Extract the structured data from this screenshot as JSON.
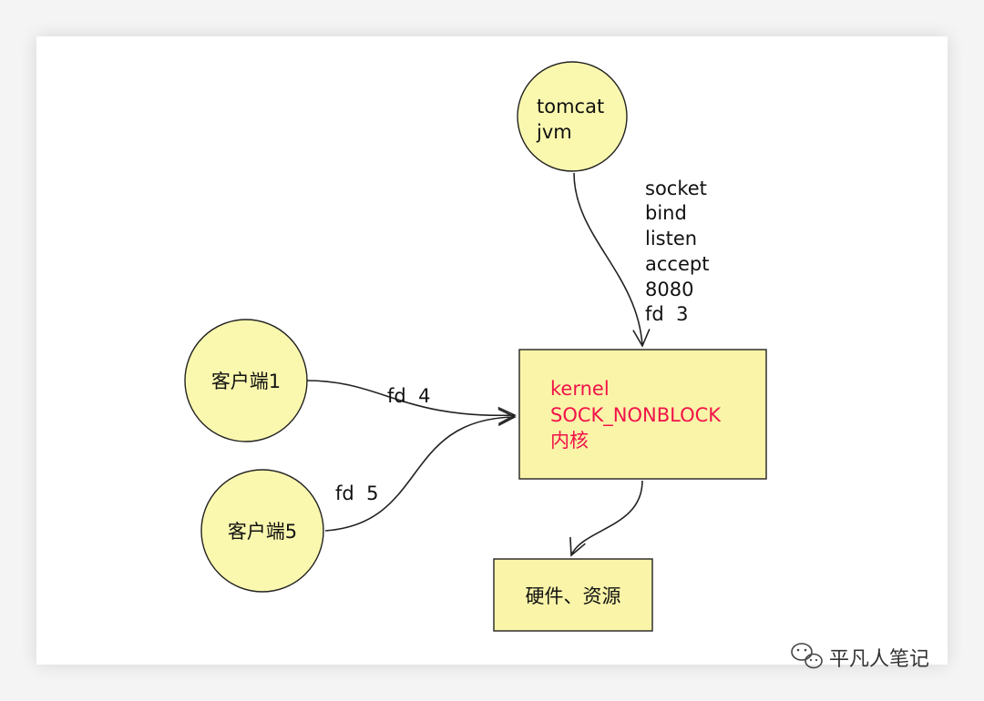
{
  "colors": {
    "node_fill": "#FAF8AE",
    "box_fill": "#F9F4A8",
    "stroke": "#222222",
    "kernel_text": "#F2124A",
    "watermark": "#333333"
  },
  "nodes": {
    "tomcat": {
      "line1": "tomcat",
      "line2": "jvm"
    },
    "client1": {
      "label": "客户端1"
    },
    "client5": {
      "label": "客户端5"
    },
    "kernel": {
      "line1": "kernel",
      "line2": "SOCK_NONBLOCK",
      "line3": "内核"
    },
    "hardware": {
      "label": "硬件、资源"
    }
  },
  "edges": {
    "tomcat_to_kernel": {
      "labels": [
        "socket",
        "bind",
        "listen",
        "accept",
        "8080",
        "fd  3"
      ]
    },
    "client1_to_kernel": {
      "label": "fd  4"
    },
    "client5_to_kernel": {
      "label": "fd  5"
    },
    "kernel_to_hardware": {}
  },
  "watermark": {
    "icon": "wechat-icon",
    "text": "平凡人笔记"
  }
}
